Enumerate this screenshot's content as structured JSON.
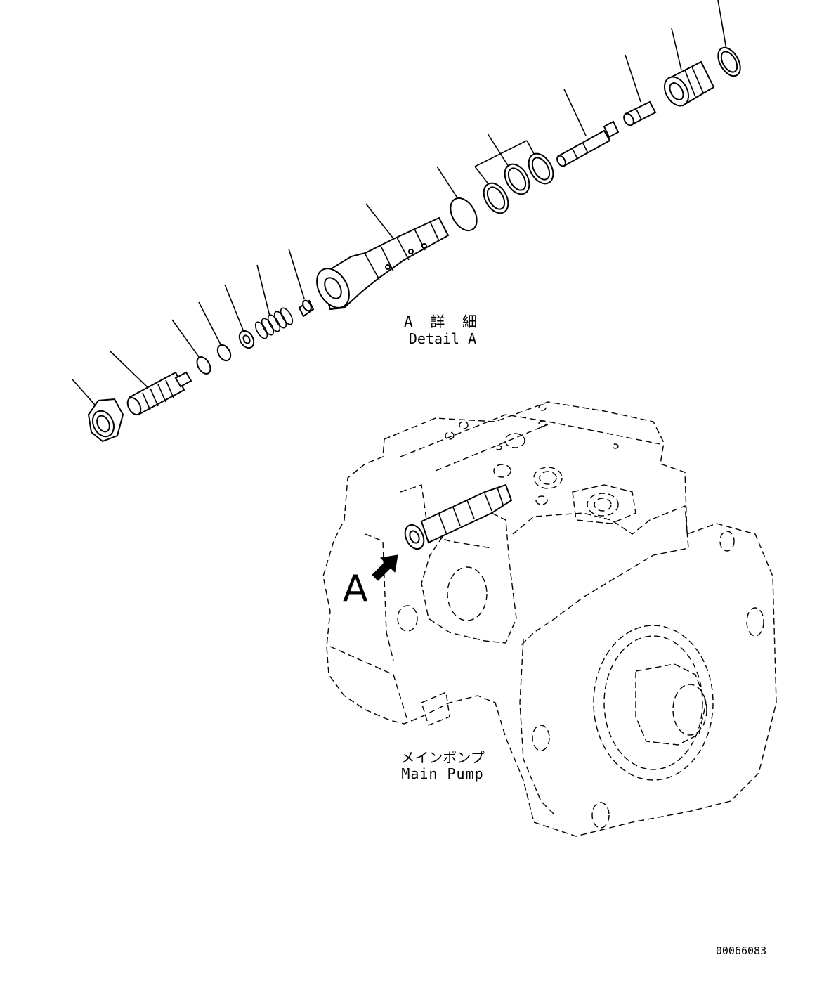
{
  "detail": {
    "title_jp": "A 詳 細",
    "title_en": "Detail A"
  },
  "view_marker": {
    "letter": "A"
  },
  "pump": {
    "label_jp": "メインポンプ",
    "label_en": "Main Pump"
  },
  "drawing_number": "00066083",
  "parts": [
    "nut",
    "plug",
    "backup-ring",
    "o-ring",
    "seat",
    "spring",
    "poppet",
    "sleeve",
    "o-ring",
    "backup-ring",
    "backup-ring",
    "backup-ring",
    "spool",
    "piston",
    "sleeve",
    "ring"
  ]
}
